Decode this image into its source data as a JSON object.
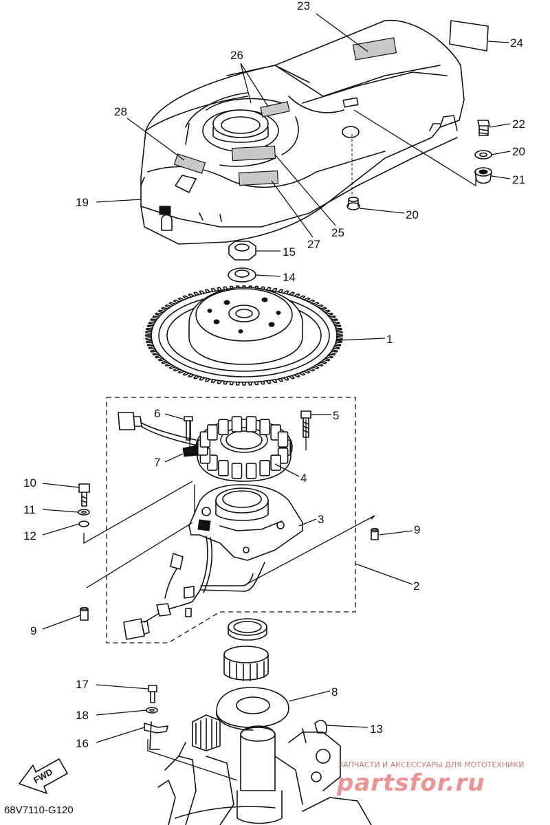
{
  "diagram": {
    "code": "68V7110-G120",
    "fwd_label": "FWD",
    "callouts": [
      "1",
      "2",
      "3",
      "4",
      "5",
      "6",
      "7",
      "8",
      "9",
      "9",
      "10",
      "11",
      "12",
      "13",
      "14",
      "15",
      "16",
      "17",
      "18",
      "19",
      "20",
      "20",
      "21",
      "22",
      "23",
      "24",
      "25",
      "26",
      "27",
      "28"
    ]
  },
  "watermark": {
    "caption": "ЗАПЧАСТИ И АКСЕССУАРЫ ДЛЯ МОТОТЕХНИКИ",
    "logo": "partsfor.ru"
  }
}
